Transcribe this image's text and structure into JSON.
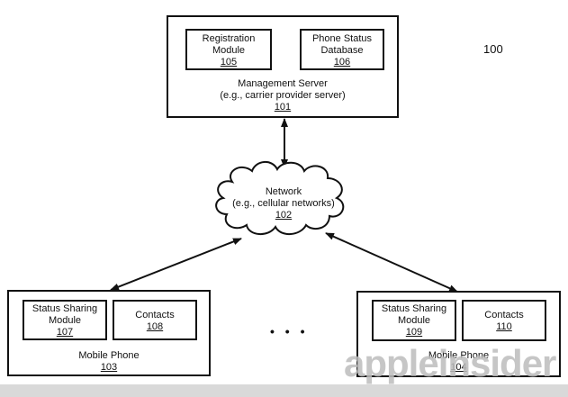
{
  "figure_number": "100",
  "management_server": {
    "line1": "Management Server",
    "line2": "(e.g., carrier provider server)",
    "ref": "101",
    "registration_module": {
      "line1": "Registration",
      "line2": "Module",
      "ref": "105"
    },
    "phone_status_database": {
      "line1": "Phone Status",
      "line2": "Database",
      "ref": "106"
    }
  },
  "network": {
    "line1": "Network",
    "line2": "(e.g., cellular networks)",
    "ref": "102"
  },
  "mobile_phone_left": {
    "label": "Mobile Phone",
    "ref": "103",
    "status_sharing_module": {
      "line1": "Status Sharing",
      "line2": "Module",
      "ref": "107"
    },
    "contacts": {
      "label": "Contacts",
      "ref": "108"
    }
  },
  "mobile_phone_right": {
    "label": "Mobile Phone",
    "ref": "104",
    "status_sharing_module": {
      "line1": "Status Sharing",
      "line2": "Module",
      "ref": "109"
    },
    "contacts": {
      "label": "Contacts",
      "ref": "110"
    }
  },
  "ellipsis": "• • •",
  "watermark": "appleinsider"
}
